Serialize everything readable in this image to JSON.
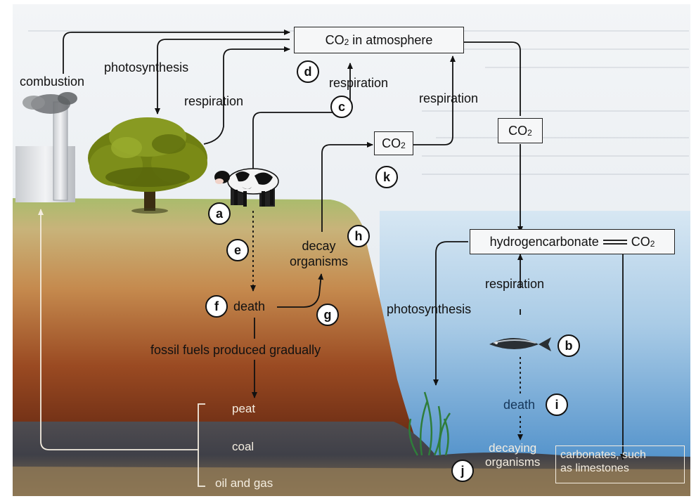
{
  "boxes": {
    "atmosphere": {
      "text": "CO",
      "sub": "2",
      "suffix": " in atmosphere"
    },
    "co2_land": {
      "text": "CO",
      "sub": "2"
    },
    "co2_sea": {
      "text": "CO",
      "sub": "2"
    },
    "hydrogencarbonate": {
      "left": "hydrogencarbonate",
      "right": "CO",
      "sub": "2"
    }
  },
  "labels": {
    "combustion": "combustion",
    "photosynthesis_land": "photosynthesis",
    "respiration_tree": "respiration",
    "respiration_cow": "respiration",
    "respiration_decay": "respiration",
    "decay_organisms": "decay\norganisms",
    "death_land": "death",
    "fossil_fuels": "fossil fuels produced gradually",
    "peat": "peat",
    "coal": "coal",
    "oil_gas": "oil and gas",
    "photosynthesis_sea": "photosynthesis",
    "respiration_sea": "respiration",
    "death_sea": "death",
    "decaying_organisms": "decaying\norganisms",
    "carbonates": "carbonates, such\nas limestones"
  },
  "markers": [
    "a",
    "b",
    "c",
    "d",
    "e",
    "f",
    "g",
    "h",
    "i",
    "j",
    "k"
  ],
  "colors": {
    "sky": "#e9edf1",
    "land_top": "#a7b86a",
    "land_mid": "#b8763a",
    "land_deep": "#6b2c14",
    "sea_light": "#c5dcee",
    "sea_deep": "#3a7fbf",
    "sediment": "#5a5a60",
    "tree": "#6f7f12",
    "arrow": "#111111"
  }
}
